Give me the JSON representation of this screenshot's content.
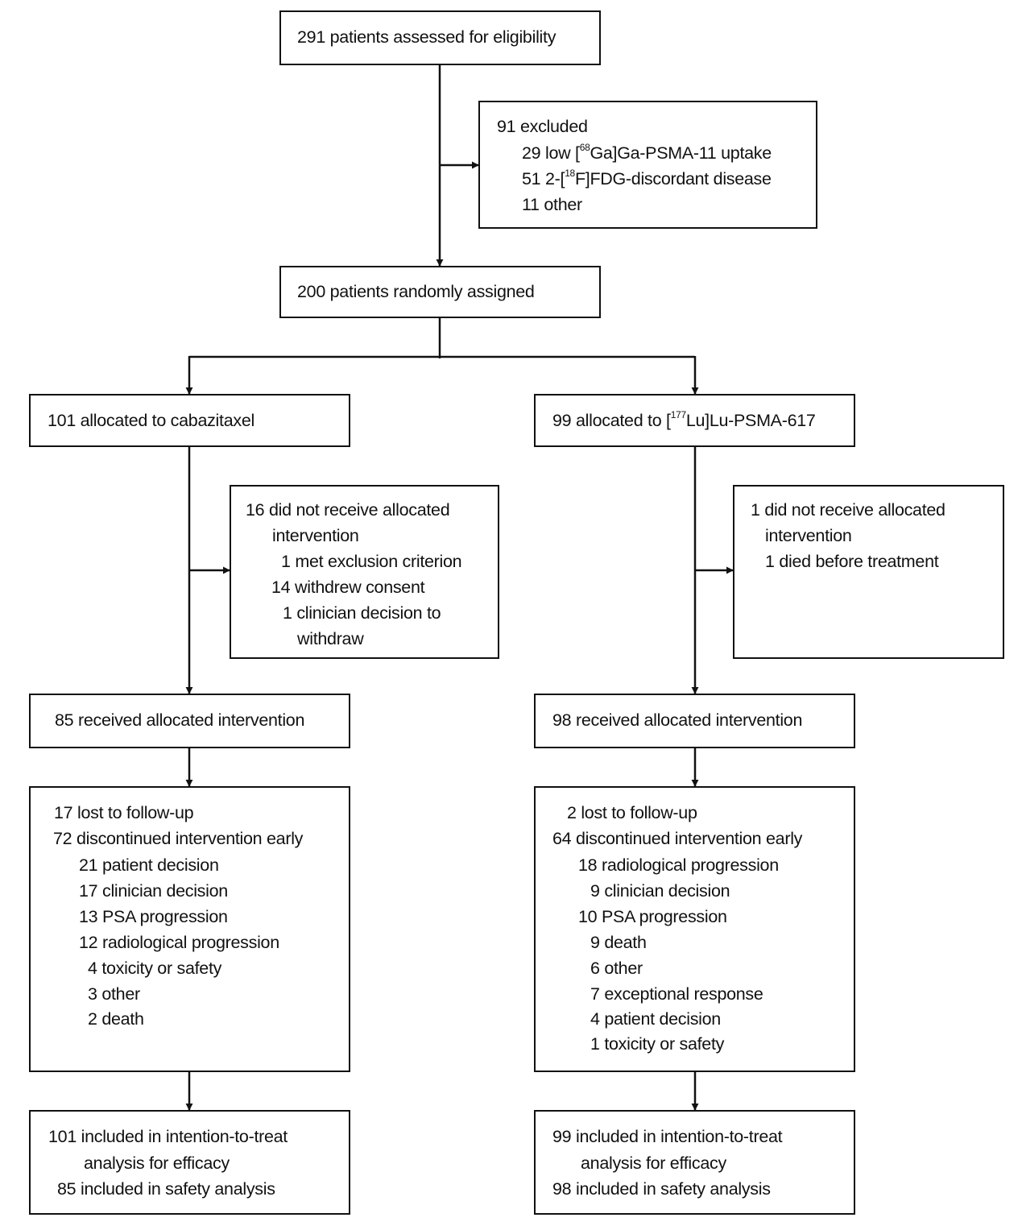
{
  "assessed": "291 patients assessed for eligibility",
  "excluded": {
    "title": "91 excluded",
    "low_uptake": [
      "29 low [",
      "68",
      "Ga]Ga-PSMA-11 uptake"
    ],
    "fdg_discordant": [
      "51 2-[",
      "18",
      "F]FDG-discordant disease"
    ],
    "other": "11 other"
  },
  "randomised": "200 patients randomly assigned",
  "cabazitaxel": {
    "allocated": "101 allocated to cabazitaxel",
    "not_received": {
      "title_1": "16 did not receive allocated",
      "title_2": "intervention",
      "items": [
        "1 met exclusion criterion",
        "14 withdrew consent",
        "1 clinician decision to",
        "withdraw"
      ]
    },
    "received": "85 received allocated intervention",
    "followup": {
      "lost": "17 lost to follow-up",
      "discontinued": "72 discontinued intervention early",
      "reasons": [
        "21 patient decision",
        "17 clinician decision",
        "13 PSA progression",
        "12 radiological progression",
        "4 toxicity or safety",
        "3 other",
        "2 death"
      ]
    },
    "analysis": [
      "101 included in intention-to-treat",
      "analysis for efficacy",
      "85 included in safety analysis"
    ]
  },
  "lutetium": {
    "allocated": [
      "99 allocated to [",
      "177",
      "Lu]Lu-PSMA-617"
    ],
    "not_received": {
      "title_1": "1 did not receive allocated",
      "title_2": "intervention",
      "items": [
        "1 died before treatment"
      ]
    },
    "received": "98 received allocated intervention",
    "followup": {
      "lost": "2 lost to follow-up",
      "discontinued": "64 discontinued intervention early",
      "reasons": [
        "18 radiological progression",
        "9 clinician decision",
        "10 PSA progression",
        "9 death",
        "6 other",
        "7 exceptional response",
        "4 patient decision",
        "1 toxicity or safety"
      ]
    },
    "analysis": [
      "99 included in intention-to-treat",
      "analysis for efficacy",
      "98 included in safety analysis"
    ]
  }
}
